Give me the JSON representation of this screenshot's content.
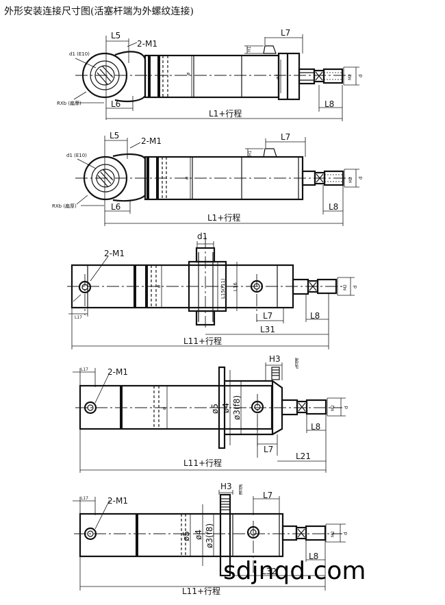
{
  "title": "外形安装连接尺寸图(活塞杆端为外螺纹连接)",
  "labels": {
    "L5": "L5",
    "L6": "L6",
    "L7": "L7",
    "L8": "L8",
    "L1_stroke": "L1+行程",
    "L11_stroke": "L11+行程",
    "two_M1": "2-M1",
    "d1": "d1",
    "d1_E10": "d1 (E10)",
    "RXb": "RXb (扁厚)",
    "phi": "ø",
    "phi1": "ø1",
    "M2": "M2",
    "d": "d",
    "H1": "H1",
    "H3": "H3",
    "L15": "L15(f11)",
    "L16": "L16",
    "L17": "L17",
    "L31": "L31",
    "L21": "L21",
    "L32": "L32",
    "phi5": "ø5",
    "phi4": "ø4",
    "phi3": "ø3(f8)",
    "mark": "m-06"
  },
  "watermark": "sdjnqd.com"
}
